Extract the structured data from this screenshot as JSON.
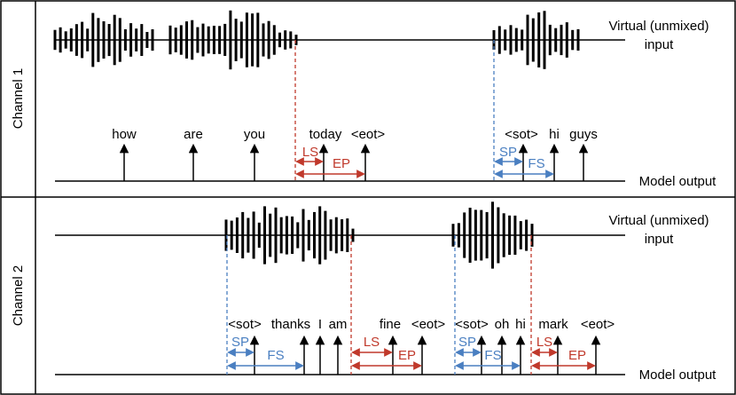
{
  "colors": {
    "red": "#c0392b",
    "blue": "#4a7fc1",
    "black": "#000000"
  },
  "channels": [
    {
      "label": "Channel 1",
      "input_label_line1": "Virtual (unmixed)",
      "input_label_line2": "input",
      "output_label": "Model output",
      "tokens": [
        "how",
        "are",
        "you",
        "today",
        "<eot>",
        "<sot>",
        "hi",
        "guys"
      ],
      "annotations": [
        "LS",
        "EP",
        "SP",
        "FS"
      ]
    },
    {
      "label": "Channel 2",
      "input_label_line1": "Virtual (unmixed)",
      "input_label_line2": "input",
      "output_label": "Model output",
      "tokens": [
        "<sot>",
        "thanks",
        "I",
        "am",
        "fine",
        "<eot>",
        "<sot>",
        "oh",
        "hi",
        "mark",
        "<eot>"
      ],
      "annotations": [
        "SP",
        "FS",
        "LS",
        "EP",
        "SP",
        "FS",
        "LS",
        "EP"
      ]
    }
  ]
}
